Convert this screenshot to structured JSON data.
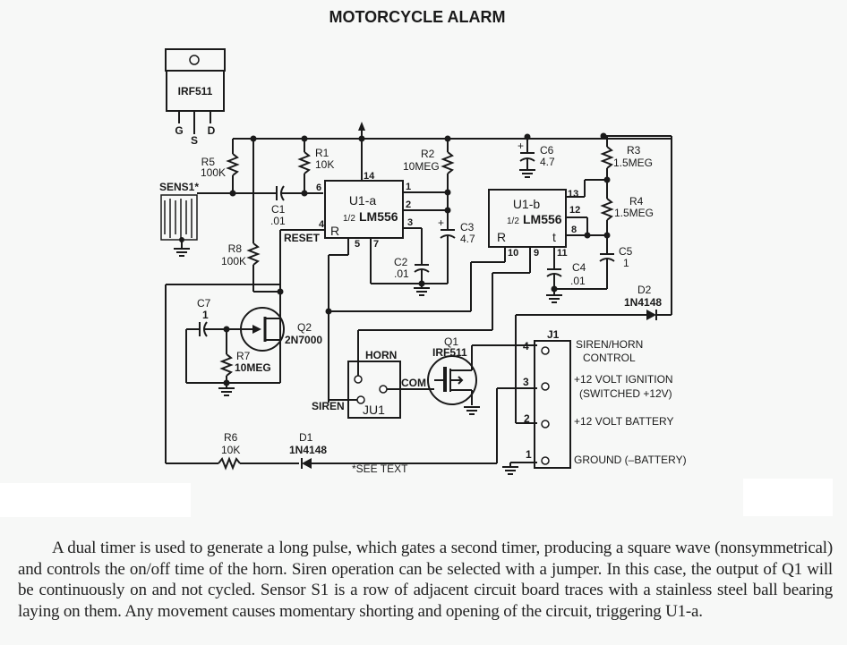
{
  "title": "MOTORCYCLE ALARM",
  "package_diagram": {
    "part": "IRF511",
    "pins": [
      "G",
      "S",
      "D"
    ]
  },
  "components": {
    "R1": {
      "name": "R1",
      "value": "10K"
    },
    "R2": {
      "name": "R2",
      "value": "10MEG"
    },
    "R3": {
      "name": "R3",
      "value": "1.5MEG"
    },
    "R4": {
      "name": "R4",
      "value": "1.5MEG"
    },
    "R5": {
      "name": "R5",
      "value": "100K"
    },
    "R6": {
      "name": "R6",
      "value": "10K"
    },
    "R7": {
      "name": "R7",
      "value": "10MEG"
    },
    "R8": {
      "name": "R8",
      "value": "100K"
    },
    "C1": {
      "name": "C1",
      "value": ".01"
    },
    "C2": {
      "name": "C2",
      "value": ".01"
    },
    "C3": {
      "name": "C3",
      "value": "4.7"
    },
    "C4": {
      "name": "C4",
      "value": ".01"
    },
    "C5": {
      "name": "C5",
      "value": "1"
    },
    "C6": {
      "name": "C6",
      "value": "4.7"
    },
    "C7": {
      "name": "C7",
      "value": "1"
    },
    "D1": {
      "name": "D1",
      "value": "1N4148"
    },
    "D2": {
      "name": "D2",
      "value": "1N4148"
    },
    "Q1": {
      "name": "Q1",
      "value": "IRF511"
    },
    "Q2": {
      "name": "Q2",
      "value": "2N7000"
    },
    "SENS1": {
      "name": "SENS1*"
    },
    "JU1": {
      "name": "JU1",
      "horn": "HORN",
      "siren": "SIREN",
      "com": "COM"
    },
    "J1": {
      "name": "J1"
    }
  },
  "u1a": {
    "name": "U1-a",
    "part": "LM556",
    "half": "1/2",
    "reset_pin": "R",
    "reset_label": "RESET",
    "pins": {
      "p14": "14",
      "p6": "6",
      "p4": "4",
      "p1": "1",
      "p2": "2",
      "p3": "3",
      "p5": "5",
      "p7": "7"
    }
  },
  "u1b": {
    "name": "U1-b",
    "part": "LM556",
    "half": "1/2",
    "reset_pin": "R",
    "t_pin": "t",
    "pins": {
      "p13": "13",
      "p12": "12",
      "p8": "8",
      "p10": "10",
      "p9": "9",
      "p11": "11"
    }
  },
  "j1_pins": [
    {
      "num": "4",
      "label": "SIREN/HORN",
      "label2": "CONTROL"
    },
    {
      "num": "3",
      "label": "+12 VOLT IGNITION",
      "label2": "(SWITCHED +12V)"
    },
    {
      "num": "2",
      "label": "+12 VOLT BATTERY",
      "label2": ""
    },
    {
      "num": "1",
      "label": "GROUND (–BATTERY)",
      "label2": ""
    }
  ],
  "see_text_note": "*SEE TEXT",
  "caption": "A dual timer is used to generate a long pulse, which gates a second timer, producing a square wave (nonsymmetrical) and controls the on/off time of the horn. Siren operation can be selected with a jumper. In this case, the output of Q1 will be continuously on and not cycled. Sensor S1 is a row of adjacent circuit board traces with a stainless steel ball bearing laying on them. Any movement causes momentary shorting and opening of the circuit, triggering U1-a."
}
